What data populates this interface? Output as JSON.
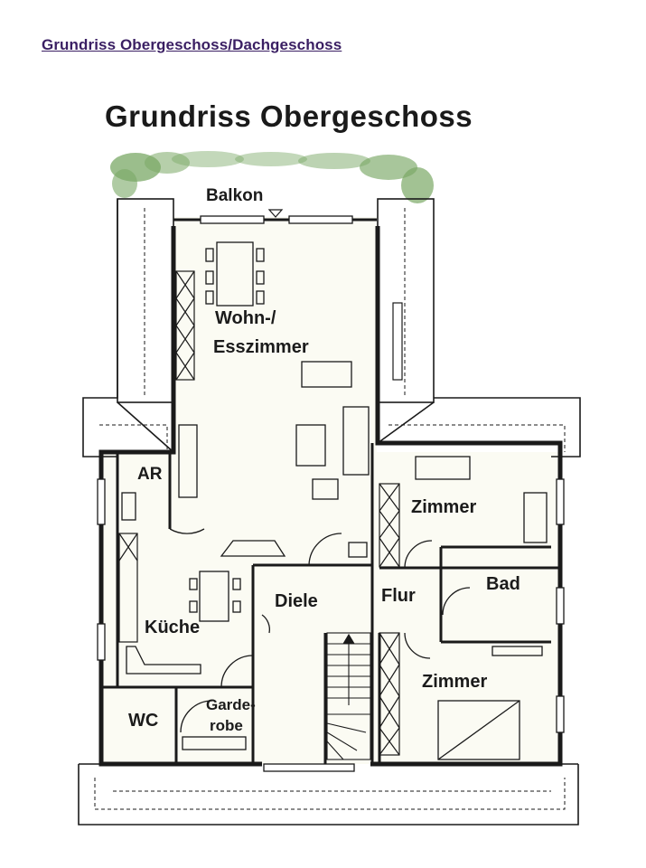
{
  "header": {
    "link_text": "Grundriss Obergeschoss/Dachgeschoss"
  },
  "plan": {
    "title": "Grundriss Obergeschoss",
    "rooms": {
      "balkon": "Balkon",
      "wohn_line1": "Wohn-/",
      "wohn_line2": "Esszimmer",
      "ar": "AR",
      "zimmer1": "Zimmer",
      "bad": "Bad",
      "flur": "Flur",
      "diele": "Diele",
      "kueche": "Küche",
      "zimmer2": "Zimmer",
      "wc": "WC",
      "garderobe_line1": "Garde-",
      "garderobe_line2": "robe"
    }
  },
  "colors": {
    "link": "#3a1f63",
    "walls": "#1a1a1a",
    "floor": "#fbfbf3",
    "plants": "#7aa865"
  }
}
